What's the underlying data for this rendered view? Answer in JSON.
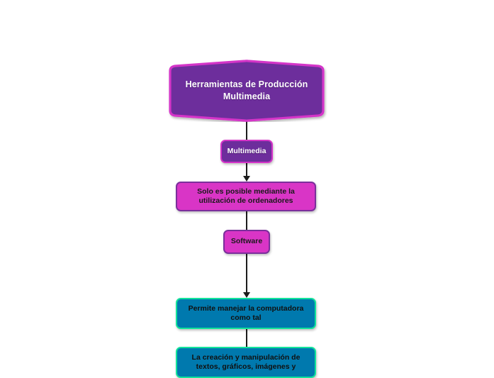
{
  "diagram": {
    "type": "flowchart",
    "background_color": "#ffffff",
    "title_node": {
      "id": "root",
      "shape": "hexagon",
      "label": "Herramientas de Producción Multimedia",
      "label_line1": "Herramientas de Producción",
      "label_line2": "Multimedia",
      "fill_color": "#6d2d9c",
      "border_color": "#d434c8",
      "text_color": "#ffffff"
    },
    "nodes": [
      {
        "id": "n1",
        "shape": "rounded-rect",
        "label": "Multimedia",
        "fill_color": "#6d2d9c",
        "border_color": "#d434c8",
        "text_color": "#ffffff"
      },
      {
        "id": "n2",
        "shape": "rounded-rect",
        "label": "Solo es posible mediante la utilización de ordenadores",
        "label_line1": "Solo es posible mediante la",
        "label_line2": "utilización de ordenadores",
        "fill_color": "#d935c6",
        "border_color": "#7b2f9c",
        "text_color": "#1a1a1a"
      },
      {
        "id": "n3",
        "shape": "rounded-rect",
        "label": "Software",
        "fill_color": "#d935c6",
        "border_color": "#7b2f9c",
        "text_color": "#1a1a1a"
      },
      {
        "id": "n4",
        "shape": "rounded-rect",
        "label": "Permite manejar la computadora como tal",
        "label_line1": "Permite manejar la computadora",
        "label_line2": "como tal",
        "fill_color": "#0079ae",
        "border_color": "#12e39b",
        "text_color": "#101010"
      },
      {
        "id": "n5",
        "shape": "rounded-rect",
        "label": "La creación y manipulación de textos, gráficos, imágenes y",
        "label_line1": "La creación y manipulación de",
        "label_line2": "textos, gráficos, imágenes y",
        "fill_color": "#0079ae",
        "border_color": "#12e39b",
        "text_color": "#101010",
        "clipped": "true"
      }
    ],
    "edges": [
      {
        "from": "root",
        "to": "n1",
        "arrow": "none",
        "color": "#1c1c1c"
      },
      {
        "from": "n1",
        "to": "n2",
        "arrow": "down",
        "color": "#1c1c1c"
      },
      {
        "from": "n2",
        "to": "n3",
        "arrow": "none",
        "color": "#1c1c1c"
      },
      {
        "from": "n3",
        "to": "n4",
        "arrow": "down",
        "color": "#1c1c1c"
      },
      {
        "from": "n4",
        "to": "n5",
        "arrow": "none",
        "color": "#1c1c1c"
      }
    ]
  }
}
